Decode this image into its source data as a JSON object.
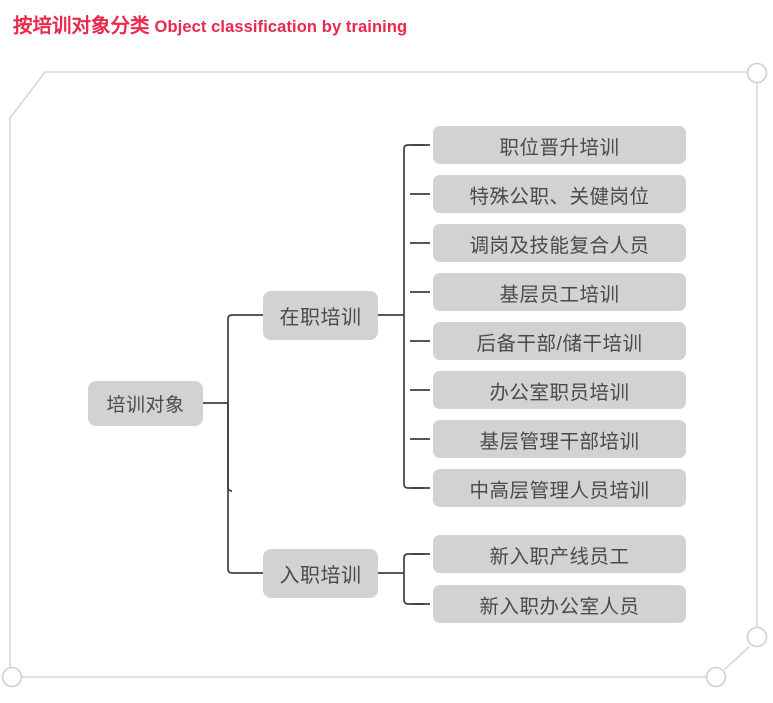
{
  "title": {
    "cn": "按培训对象分类",
    "en": "Object classification by training",
    "color": "#e8294b"
  },
  "theme": {
    "node_fill": "#d1d2d4",
    "node_text": "#4a4a4a",
    "connector": "#3f3f3f",
    "frame_line": "#d8d8d8"
  },
  "diagram": {
    "type": "tree",
    "root": {
      "label": "培训对象"
    },
    "branches": [
      {
        "label": "在职培训",
        "children": [
          {
            "label": "职位晋升培训"
          },
          {
            "label": "特殊公职、关健岗位"
          },
          {
            "label": "调岗及技能复合人员"
          },
          {
            "label": "基层员工培训"
          },
          {
            "label": "后备干部/储干培训"
          },
          {
            "label": "办公室职员培训"
          },
          {
            "label": "基层管理干部培训"
          },
          {
            "label": "中高层管理人员培训"
          }
        ]
      },
      {
        "label": "入职培训",
        "children": [
          {
            "label": "新入职产线员工"
          },
          {
            "label": "新入职办公室人员"
          }
        ]
      }
    ]
  },
  "frame": {
    "corner_decorations": [
      "chamfer-top-left",
      "circle-top-right",
      "circle-bottom-left",
      "circle-bottom-right-pair"
    ]
  }
}
